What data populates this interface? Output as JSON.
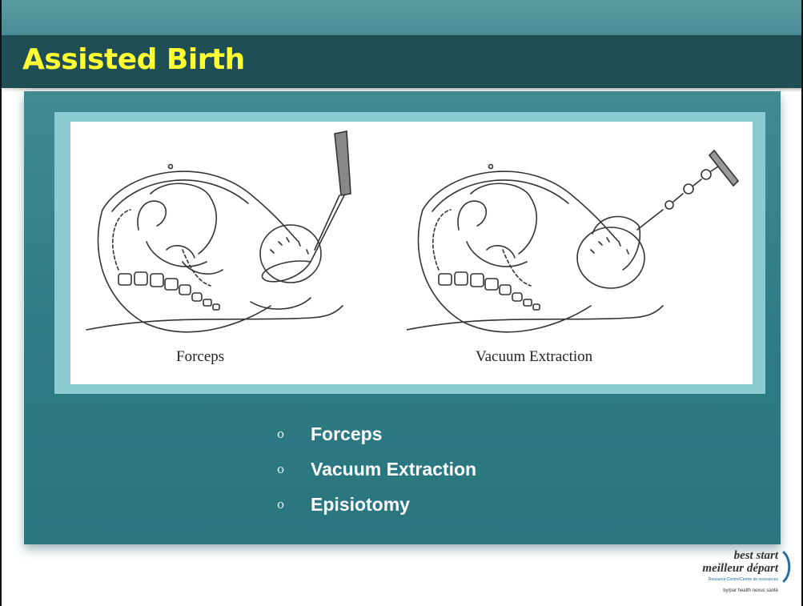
{
  "slide": {
    "title": "Assisted Birth",
    "colors": {
      "title_text": "#ffff33",
      "title_bar": "#1f4e55",
      "panel": "#2d7b84",
      "frame": "#8bcbd1"
    }
  },
  "illustrations": [
    {
      "caption": "Forceps",
      "icon": "forceps-delivery-illustration"
    },
    {
      "caption": "Vacuum Extraction",
      "icon": "vacuum-extraction-illustration"
    }
  ],
  "bullets": [
    {
      "marker": "o",
      "label": "Forceps"
    },
    {
      "marker": "o",
      "label": "Vacuum Extraction"
    },
    {
      "marker": "o",
      "label": "Episiotomy"
    }
  ],
  "logo": {
    "line1": "best start",
    "line2": "meilleur départ",
    "sub": "Resource Centre/Centre de ressources",
    "partner": "by/par health nexus santé"
  }
}
